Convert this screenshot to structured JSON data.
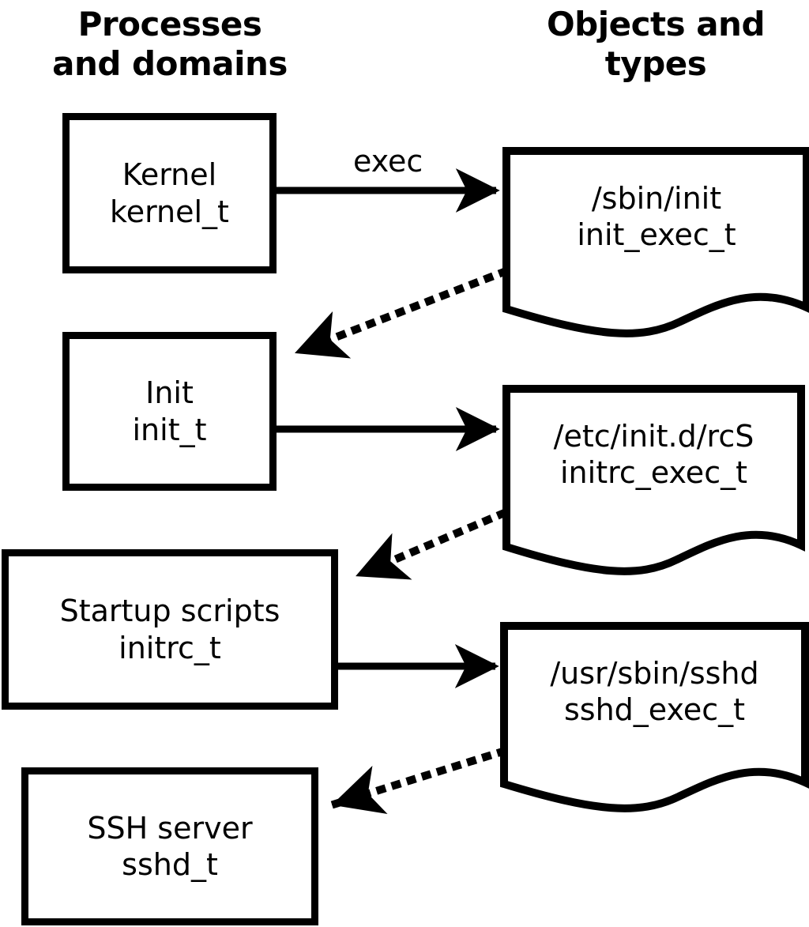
{
  "diagram": {
    "title_left": "Processes\nand domains",
    "title_right": "Objects and\ntypes",
    "columns": [
      {
        "id": "processes",
        "header": "Processes\nand domains"
      },
      {
        "id": "objects",
        "header": "Objects and\ntypes"
      }
    ],
    "process_nodes": [
      {
        "id": "kernel",
        "name": "Kernel",
        "type": "kernel_t",
        "label": "Kernel\nkernel_t"
      },
      {
        "id": "init",
        "name": "Init",
        "type": "init_t",
        "label": "Init\ninit_t"
      },
      {
        "id": "initrc",
        "name": "Startup scripts",
        "type": "initrc_t",
        "label": "Startup scripts\ninitrc_t"
      },
      {
        "id": "sshd",
        "name": "SSH server",
        "type": "sshd_t",
        "label": "SSH server\nsshd_t"
      }
    ],
    "object_nodes": [
      {
        "id": "init_exec",
        "path": "/sbin/init",
        "type": "init_exec_t",
        "label": "/sbin/init\ninit_exec_t"
      },
      {
        "id": "initrc_exec",
        "path": "/etc/init.d/rcS",
        "type": "initrc_exec_t",
        "label": "/etc/init.d/rcS\ninitrc_exec_t"
      },
      {
        "id": "sshd_exec",
        "path": "/usr/sbin/sshd",
        "type": "sshd_exec_t",
        "label": "/usr/sbin/sshd\nsshd_exec_t"
      }
    ],
    "edges": [
      {
        "id": "e1",
        "from": "kernel",
        "to": "init_exec",
        "style": "solid",
        "label": "exec"
      },
      {
        "id": "e2",
        "from": "init_exec",
        "to": "init",
        "style": "dotted",
        "label": ""
      },
      {
        "id": "e3",
        "from": "init",
        "to": "initrc_exec",
        "style": "solid",
        "label": ""
      },
      {
        "id": "e4",
        "from": "initrc_exec",
        "to": "initrc",
        "style": "dotted",
        "label": ""
      },
      {
        "id": "e5",
        "from": "initrc",
        "to": "sshd_exec",
        "style": "solid",
        "label": ""
      },
      {
        "id": "e6",
        "from": "sshd_exec",
        "to": "sshd",
        "style": "dotted",
        "label": ""
      }
    ],
    "edge_labels": {
      "exec": "exec"
    },
    "colors": {
      "stroke": "#000000",
      "fill": "#ffffff",
      "text": "#000000"
    }
  }
}
